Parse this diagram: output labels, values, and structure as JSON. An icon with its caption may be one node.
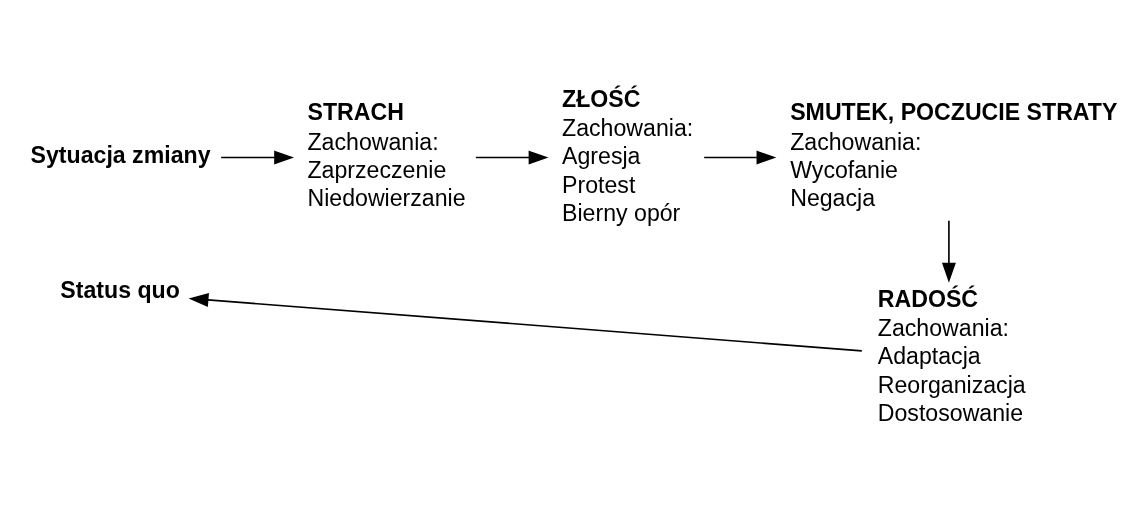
{
  "diagram": {
    "nodes": [
      {
        "text": [
          "Sytuacja zmiany"
        ]
      },
      {
        "text": [
          "STRACH",
          "Zachowania:",
          "Zaprzeczenie",
          "Niedowierzanie"
        ]
      },
      {
        "text": [
          "ZŁOŚĆ",
          "Zachowania:",
          "Agresja",
          "Protest",
          "Bierny opór"
        ]
      },
      {
        "text": [
          "SMUTEK, POCZUCIE STRATY",
          "Zachowania:",
          "Wycofanie",
          "Negacja"
        ]
      },
      {
        "text": [
          "RADOŚĆ",
          "Zachowania:",
          "Adaptacja",
          "Reorganizacja",
          "Dostosowanie"
        ]
      },
      {
        "text": [
          "Status quo"
        ]
      }
    ],
    "edges": [
      {
        "from": 0,
        "to": 1,
        "arrow": "to"
      },
      {
        "from": 1,
        "to": 2,
        "arrow": "to"
      },
      {
        "from": 2,
        "to": 3,
        "arrow": "to"
      },
      {
        "from": 3,
        "to": 4,
        "arrow": "to"
      },
      {
        "from": 4,
        "to": 5,
        "arrow": "to"
      }
    ]
  }
}
